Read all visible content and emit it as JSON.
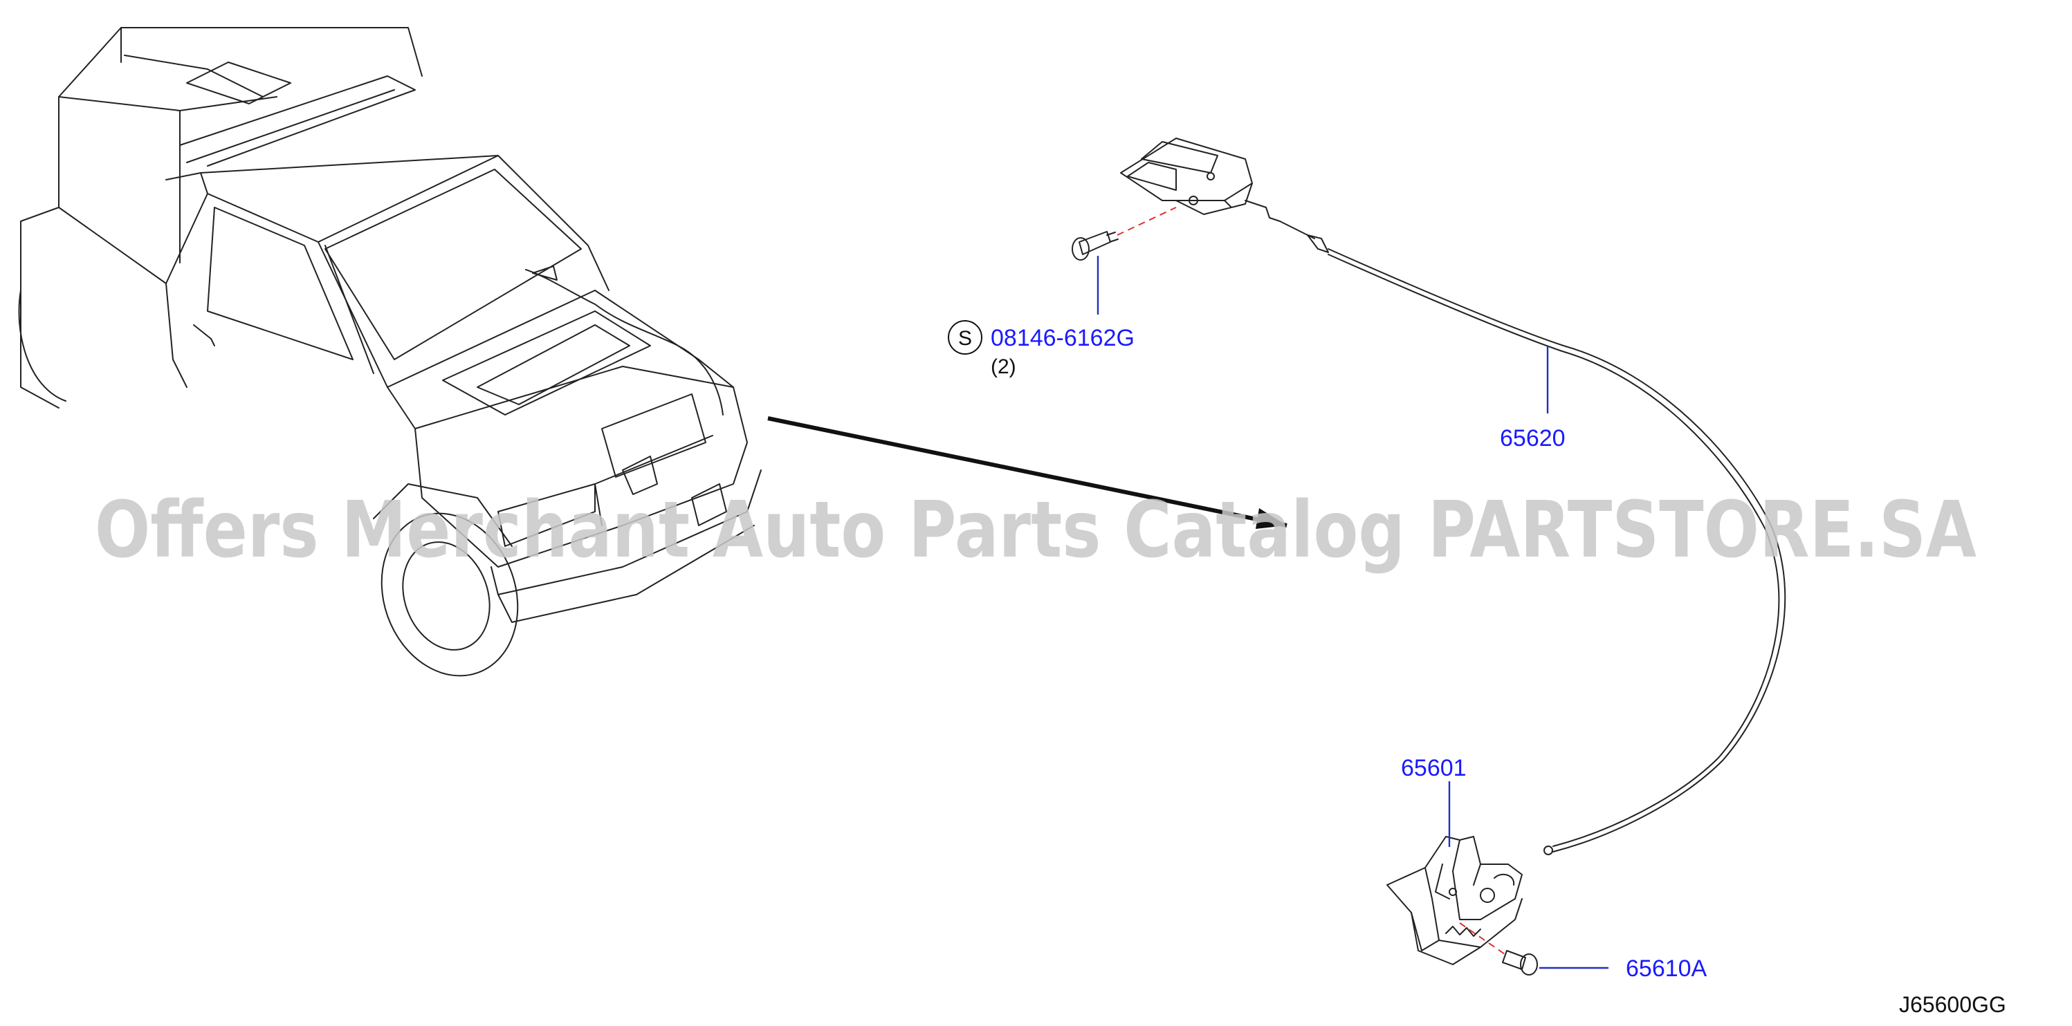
{
  "parts": {
    "bolt_part_number": "08146-6162G",
    "bolt_quantity": "(2)",
    "bolt_symbol": "S",
    "cable_part_number": "65620",
    "lock_part_number": "65601",
    "lock_bolt_part_number": "65610A"
  },
  "diagram_reference": "J65600GG",
  "watermark": "Offers Merchant Auto Parts Catalog PARTSTORE.SA",
  "colors": {
    "label": "#1a1aff",
    "line": "#222222",
    "dash": "#e03030",
    "watermark": "#c8c8c8"
  }
}
